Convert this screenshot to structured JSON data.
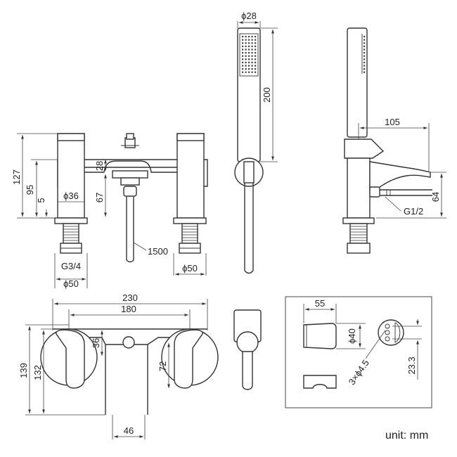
{
  "dimensions": {
    "d127": "127",
    "d95": "95",
    "d5": "5",
    "dia36": "ϕ36",
    "d67": "67",
    "d28v": "28",
    "g34": "G3/4",
    "dia50a": "ϕ50",
    "d1500": "1500",
    "dia50b": "ϕ50",
    "dia28": "ϕ28",
    "d200": "200",
    "d105": "105",
    "d64": "64",
    "g12": "G1/2",
    "d230": "230",
    "d180": "180",
    "d36": "36",
    "d139": "139",
    "d132": "132",
    "d72": "72",
    "d46": "46",
    "d55": "55",
    "dia40": "ϕ40",
    "holes": "3×ϕ4.5",
    "d23_3": "23.3"
  },
  "unit_label": "unit: mm"
}
